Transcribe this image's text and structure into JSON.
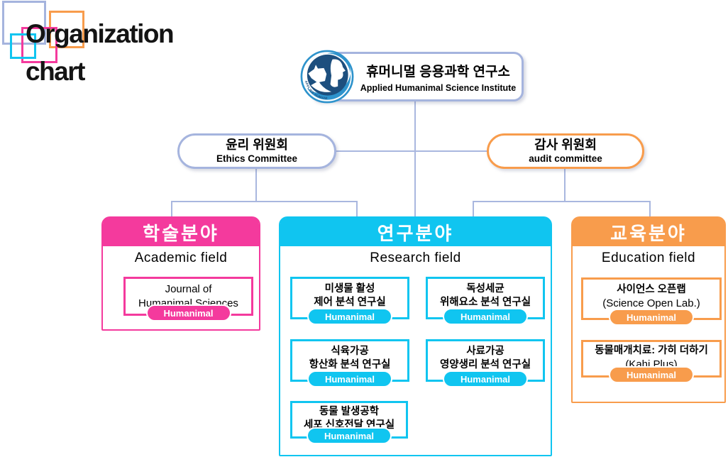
{
  "title": {
    "line1": "Organization",
    "line2": "chart"
  },
  "colors": {
    "pink": "#F43A9D",
    "cyan": "#10C5F0",
    "orange": "#F89C4C",
    "periwinkle": "#A5B4DE",
    "line": "#A9B7DF",
    "navy": "#1D4F7E",
    "logo-blue": "#2E93CC"
  },
  "institute": {
    "title_ko": "휴머니멀 응용과학 연구소",
    "title_en": "Applied Humanimal Science Institute",
    "logo_text": "APPLIED HUMANIMAL SCIENCE"
  },
  "committees": {
    "ethics": {
      "title_ko": "윤리 위원회",
      "title_en": "Ethics Committee"
    },
    "audit": {
      "title_ko": "감사 위원회",
      "title_en": "audit committee"
    }
  },
  "fields": {
    "academic": {
      "title_ko": "학술분야",
      "title_en": "Academic field",
      "units": [
        {
          "line1": "Journal of",
          "line2": "Humanimal Sciences",
          "badge": "Humanimal"
        }
      ]
    },
    "research": {
      "title_ko": "연구분야",
      "title_en": "Research field",
      "units": [
        {
          "line1": "미생물 활성",
          "line2": "제어 분석 연구실",
          "badge": "Humanimal"
        },
        {
          "line1": "독성세균",
          "line2": "위해요소 분석 연구실",
          "badge": "Humanimal"
        },
        {
          "line1": "식육가공",
          "line2": "항산화 분석 연구실",
          "badge": "Humanimal"
        },
        {
          "line1": "사료가공",
          "line2": "영양생리 분석 연구실",
          "badge": "Humanimal"
        },
        {
          "line1": "동물 발생공학",
          "line2": "세포 신호전달 연구실",
          "badge": "Humanimal"
        }
      ]
    },
    "education": {
      "title_ko": "교육분야",
      "title_en": "Education field",
      "units": [
        {
          "line1": "사이언스 오픈랩",
          "line2": "(Science Open Lab.)",
          "badge": "Humanimal"
        },
        {
          "line1": "동물매개치료: 가히 더하기",
          "line2": "(Kahi Plus)",
          "badge": "Humanimal"
        }
      ]
    }
  }
}
